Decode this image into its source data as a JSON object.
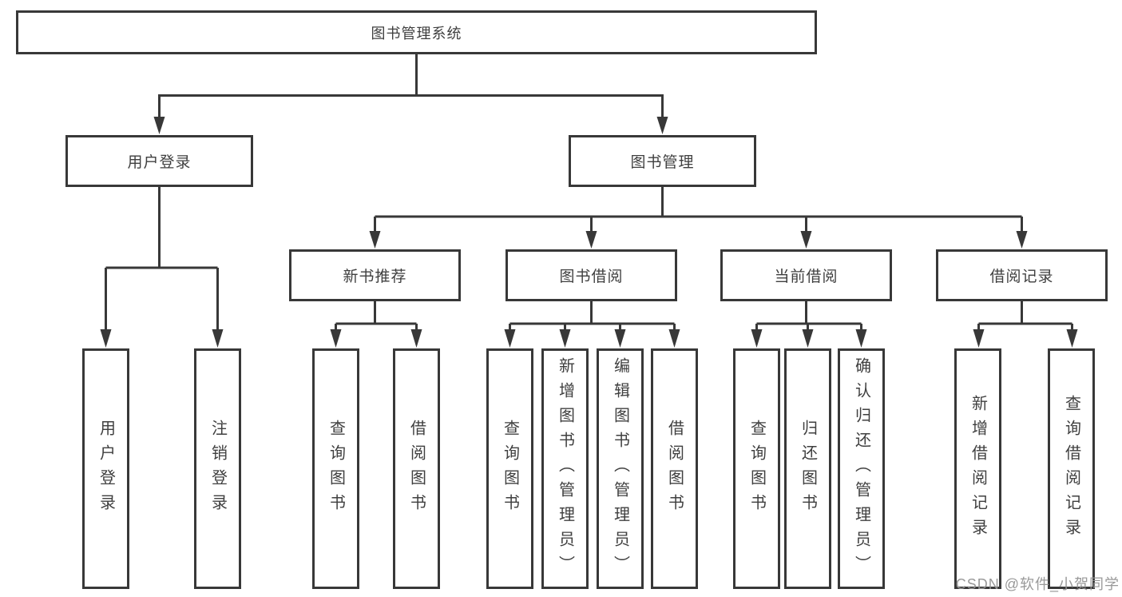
{
  "colors": {
    "background": "#ffffff",
    "line": "#383838",
    "box_border": "#383838",
    "text": "#3f3f3f",
    "watermark": "#949494"
  },
  "diagram": {
    "root": {
      "label": "图书管理系统"
    },
    "branches": [
      {
        "label": "用户登录",
        "children": [
          {
            "label": "用户登录"
          },
          {
            "label": "注销登录"
          }
        ]
      },
      {
        "label": "图书管理",
        "children": [
          {
            "label": "新书推荐",
            "children": [
              {
                "label": "查询图书"
              },
              {
                "label": "借阅图书"
              }
            ]
          },
          {
            "label": "图书借阅",
            "children": [
              {
                "label": "查询图书"
              },
              {
                "label": "新增图书（管理员）"
              },
              {
                "label": "编辑图书（管理员）"
              },
              {
                "label": "借阅图书"
              }
            ]
          },
          {
            "label": "当前借阅",
            "children": [
              {
                "label": "查询图书"
              },
              {
                "label": "归还图书"
              },
              {
                "label": "确认归还（管理员）"
              }
            ]
          },
          {
            "label": "借阅记录",
            "children": [
              {
                "label": "新增借阅记录"
              },
              {
                "label": "查询借阅记录"
              }
            ]
          }
        ]
      }
    ]
  },
  "watermark": {
    "text": "CSDN @软件_小贺同学"
  }
}
